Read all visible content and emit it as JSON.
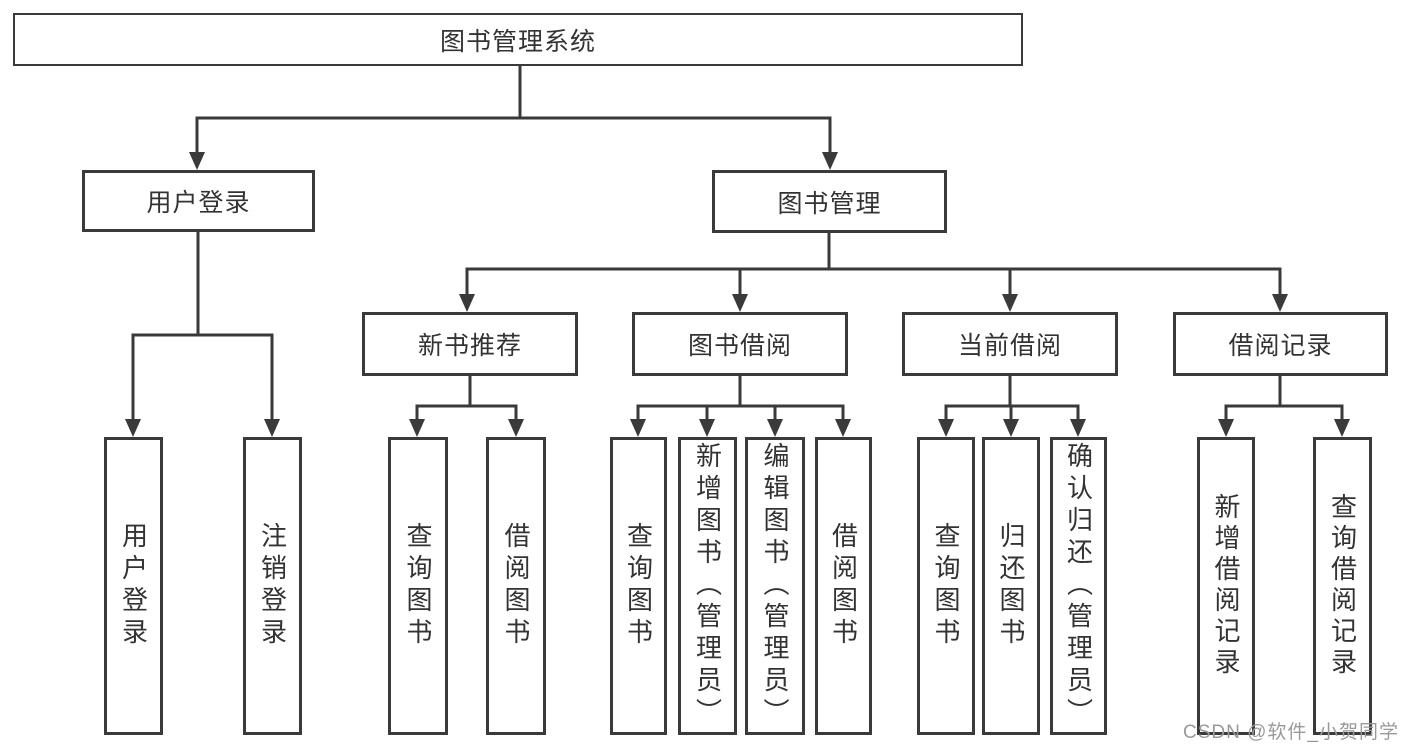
{
  "diagram": {
    "root": {
      "label": "图书管理系统"
    },
    "branches": [
      {
        "label": "用户登录",
        "children": [
          {
            "label": "用户登录"
          },
          {
            "label": "注销登录"
          }
        ]
      },
      {
        "label": "图书管理",
        "children": [
          {
            "label": "新书推荐",
            "children": [
              {
                "label": "查询图书"
              },
              {
                "label": "借阅图书"
              }
            ]
          },
          {
            "label": "图书借阅",
            "children": [
              {
                "label": "查询图书"
              },
              {
                "label": "新增图书（管理员）"
              },
              {
                "label": "编辑图书（管理员）"
              },
              {
                "label": "借阅图书"
              }
            ]
          },
          {
            "label": "当前借阅",
            "children": [
              {
                "label": "查询图书"
              },
              {
                "label": "归还图书"
              },
              {
                "label": "确认归还（管理员）"
              }
            ]
          },
          {
            "label": "借阅记录",
            "children": [
              {
                "label": "新增借阅记录"
              },
              {
                "label": "查询借阅记录"
              }
            ]
          }
        ]
      }
    ]
  },
  "watermark": {
    "text": "CSDN @软件_小贺同学",
    "color": "#9a9a9a"
  },
  "colors": {
    "line": "#3a3a3a",
    "box_border": "#3a3a3a",
    "box_fill": "#ffffff",
    "text": "#333333",
    "background": "#ffffff"
  }
}
